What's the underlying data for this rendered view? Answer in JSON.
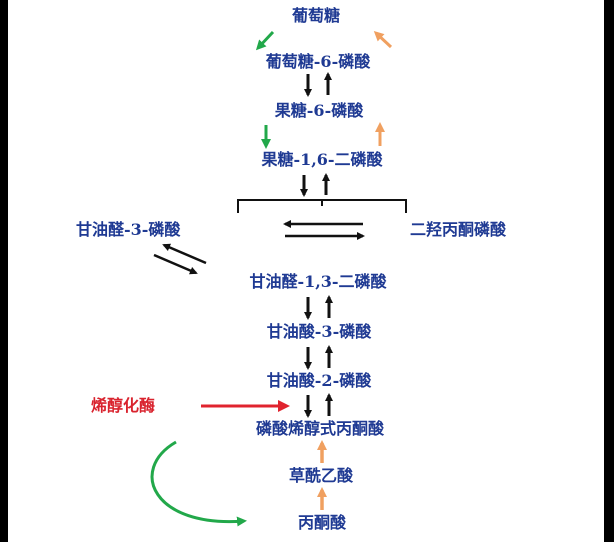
{
  "nodes": {
    "glucose": "葡萄糖",
    "g6p": "葡萄糖-6-磷酸",
    "f6p": "果糖-6-磷酸",
    "f16bp": "果糖-1,6-二磷酸",
    "g3p": "甘油醛-3-磷酸",
    "dhap": "二羟丙酮磷酸",
    "bpg13": "甘油醛-1,3-二磷酸",
    "pg3": "甘油酸-3-磷酸",
    "pg2": "甘油酸-2-磷酸",
    "pep": "磷酸烯醇式丙酮酸",
    "oaa": "草酰乙酸",
    "pyruvate": "丙酮酸"
  },
  "enzyme_label": "烯醇化酶",
  "colors": {
    "node_text": "#1f3a93",
    "enzyme": "#d9232e",
    "arrow_black": "#111111",
    "arrow_green": "#22a84a",
    "arrow_orange": "#f0a060"
  }
}
